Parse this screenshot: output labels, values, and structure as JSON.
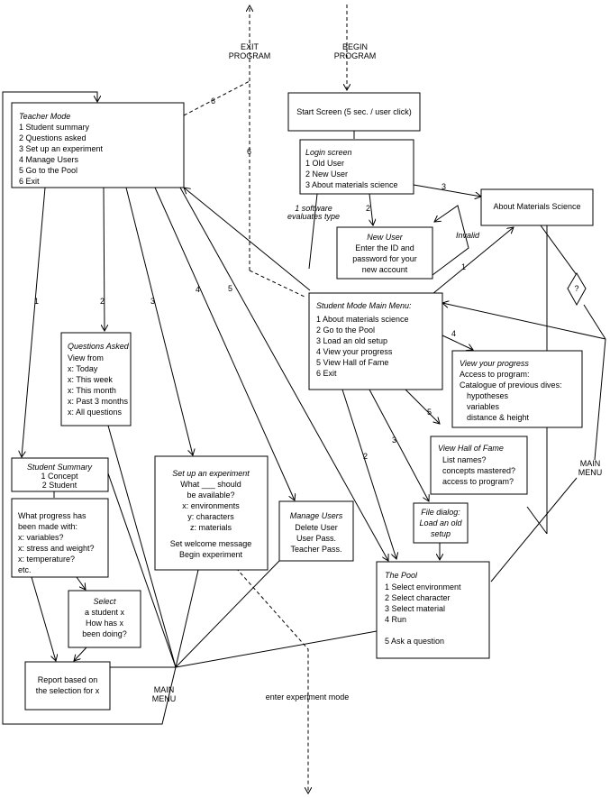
{
  "top": {
    "exit": [
      "EXIT",
      "PROGRAM"
    ],
    "begin": [
      "BEGIN",
      "PROGRAM"
    ]
  },
  "start": {
    "text": "Start Screen (5 sec. / user click)"
  },
  "login": {
    "title": "Login screen",
    "items": [
      "1 Old User",
      "2 New User",
      "3 About materials science"
    ]
  },
  "about": {
    "text": "About Materials Science"
  },
  "newuser": {
    "title": "New User",
    "lines": [
      "Enter the ID and",
      "password for your",
      "new account"
    ]
  },
  "teacher": {
    "title": "Teacher Mode",
    "items": [
      "1 Student summary",
      "2 Questions asked",
      "3 Set up an experiment",
      "4 Manage Users",
      "5 Go to the Pool",
      "6 Exit"
    ]
  },
  "student": {
    "title": "Student Mode Main Menu:",
    "items": [
      "1 About materials science",
      "2 Go to the Pool",
      "3 Load an old setup",
      "4 View your progress",
      "5 View Hall of Fame",
      "6 Exit"
    ]
  },
  "progress": {
    "title": "View your progress",
    "lines": [
      "Access to program:",
      "Catalogue of previous dives:",
      "hypotheses",
      "variables",
      "distance & height"
    ]
  },
  "questions": {
    "title": "Questions Asked",
    "lines": [
      "View from",
      "x: Today",
      "x: This week",
      "x: This month",
      "x: Past 3 months",
      "x: All questions"
    ]
  },
  "hall": {
    "title": "View Hall of Fame",
    "lines": [
      "List names?",
      "concepts mastered?",
      "access to program?"
    ]
  },
  "summary": {
    "title": "Student Summary",
    "lines": [
      "1 Concept",
      "2 Student"
    ]
  },
  "setup": {
    "title": "Set up an experiment",
    "lines": [
      "What ___ should",
      "be available?",
      "x: environments",
      "y: characters",
      "z: materials",
      "",
      "Set welcome message",
      "Begin experiment"
    ]
  },
  "manage": {
    "title": "Manage Users",
    "lines": [
      "Delete User",
      "User Pass.",
      "Teacher Pass."
    ]
  },
  "filedialog": {
    "lines": [
      "File dialog:",
      "Load an old",
      "setup"
    ]
  },
  "progressq": {
    "lines": [
      "What progress has",
      "been made with:",
      "x: variables?",
      "x: stress and weight?",
      "x: temperature?",
      "etc."
    ]
  },
  "select": {
    "lines": [
      "Select",
      "a student x",
      "How has x",
      "been doing?"
    ]
  },
  "pool": {
    "title": "The Pool",
    "items": [
      "1 Select environment",
      "2 Select character",
      "3 Select material",
      "4 Run",
      "",
      "5 Ask a question"
    ]
  },
  "report": {
    "lines": [
      "Report based on",
      "the selection for x"
    ]
  },
  "labels": {
    "software": [
      "1 software",
      "evaluates type"
    ],
    "invalid": "Invalid",
    "mainmenu": [
      "MAIN",
      "MENU"
    ],
    "enter": "enter experiment mode",
    "question": "?",
    "n1": "1",
    "n2": "2",
    "n3": "3",
    "n4": "4",
    "n5": "5",
    "n6": "6"
  }
}
